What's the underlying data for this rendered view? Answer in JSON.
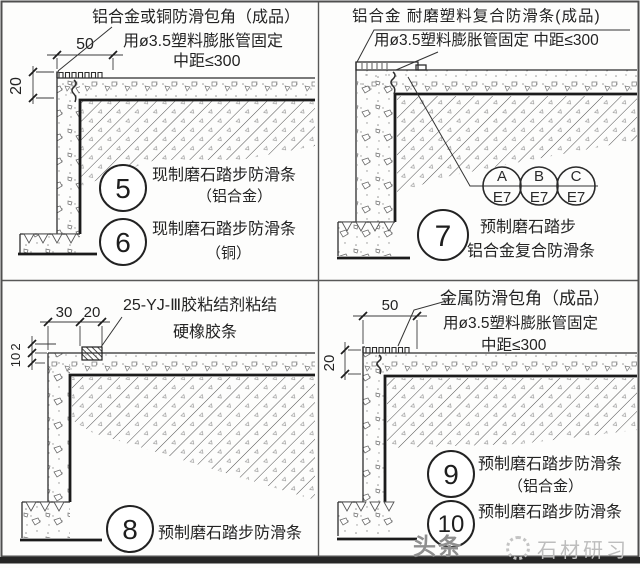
{
  "colors": {
    "line": "#2d2d2d",
    "hatch": "#4f4f4f",
    "watermark": "#bdbdbd"
  },
  "panels": {
    "tl": {
      "notes": [
        "铝合金或铜防滑包角（成品）",
        "用ø3.5塑料膨胀管固定",
        "中距≤300"
      ],
      "dim_w": "50",
      "dim_h": "20",
      "d1_num": "5",
      "d1_label": "现制磨石踏步防滑条",
      "d1_sub": "（铝合金）",
      "d2_num": "6",
      "d2_label": "现制磨石踏步防滑条",
      "d2_sub": "（铜）"
    },
    "tr": {
      "notes": [
        "铝合金 耐磨塑料复合防滑条(成品)",
        "用ø3.5塑料膨胀管固定 中距≤300"
      ],
      "bubbles": [
        {
          "t": "A",
          "b": "E7"
        },
        {
          "t": "B",
          "b": "E7"
        },
        {
          "t": "C",
          "b": "E7"
        }
      ],
      "d1_num": "7",
      "d1_label": "预制磨石踏步",
      "d1_sub": "铝合金复合防滑条"
    },
    "bl": {
      "notes": [
        "25-YJ-Ⅲ胶粘结剂粘结",
        "硬橡胶条"
      ],
      "dim_w1": "30",
      "dim_w2": "20",
      "dim_h1": "2",
      "dim_h2": "10",
      "d1_num": "8",
      "d1_label": "预制磨石踏步防滑条"
    },
    "br": {
      "notes": [
        "金属防滑包角（成品）",
        "用ø3.5塑料膨胀管固定",
        "中距≤300"
      ],
      "dim_w": "50",
      "dim_h": "20",
      "d1_num": "9",
      "d1_label": "预制磨石踏步防滑条",
      "d1_sub": "（铝合金）",
      "d2_num": "10",
      "d2_label": "预制磨石踏步防滑条"
    }
  },
  "watermarks": {
    "center": "头条",
    "brand": "石材研习社"
  }
}
